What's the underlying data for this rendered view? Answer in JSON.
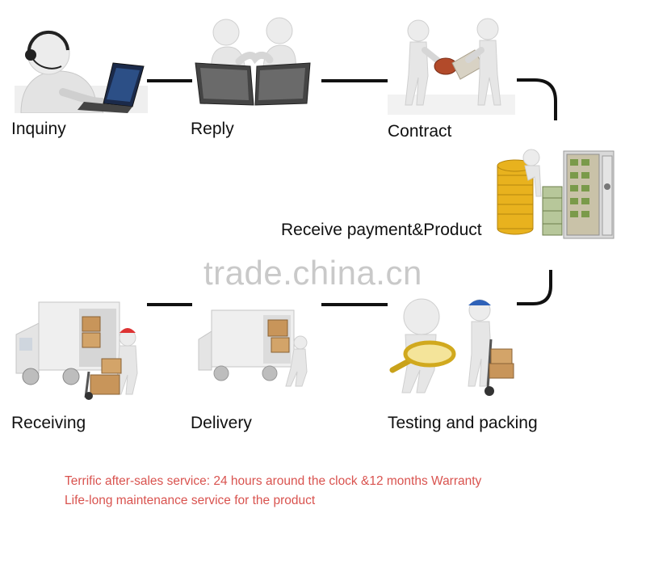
{
  "steps": [
    {
      "label": "Inquiny",
      "icon": "support-agent-laptop-icon"
    },
    {
      "label": "Reply",
      "icon": "handshake-laptops-icon"
    },
    {
      "label": "Contract",
      "icon": "contract-signing-icon"
    },
    {
      "label": "Receive payment&Product",
      "icon": "gold-coins-safe-icon"
    },
    {
      "label": "Testing and packing",
      "icon": "inspection-magnifier-icon"
    },
    {
      "label": "Delivery",
      "icon": "truck-loading-icon"
    },
    {
      "label": "Receiving",
      "icon": "truck-unloading-icon"
    }
  ],
  "watermark": "trade.china.cn",
  "notes": {
    "line1": "Terrific after-sales service: 24 hours around the clock &12 months Warranty",
    "line2": "Life-long maintenance service for the product"
  },
  "colors": {
    "note": "#d9534f",
    "connector": "#111111",
    "figure": "#eeeeee",
    "gold": "#e8b21e",
    "watermark": "#c9c9c9"
  }
}
